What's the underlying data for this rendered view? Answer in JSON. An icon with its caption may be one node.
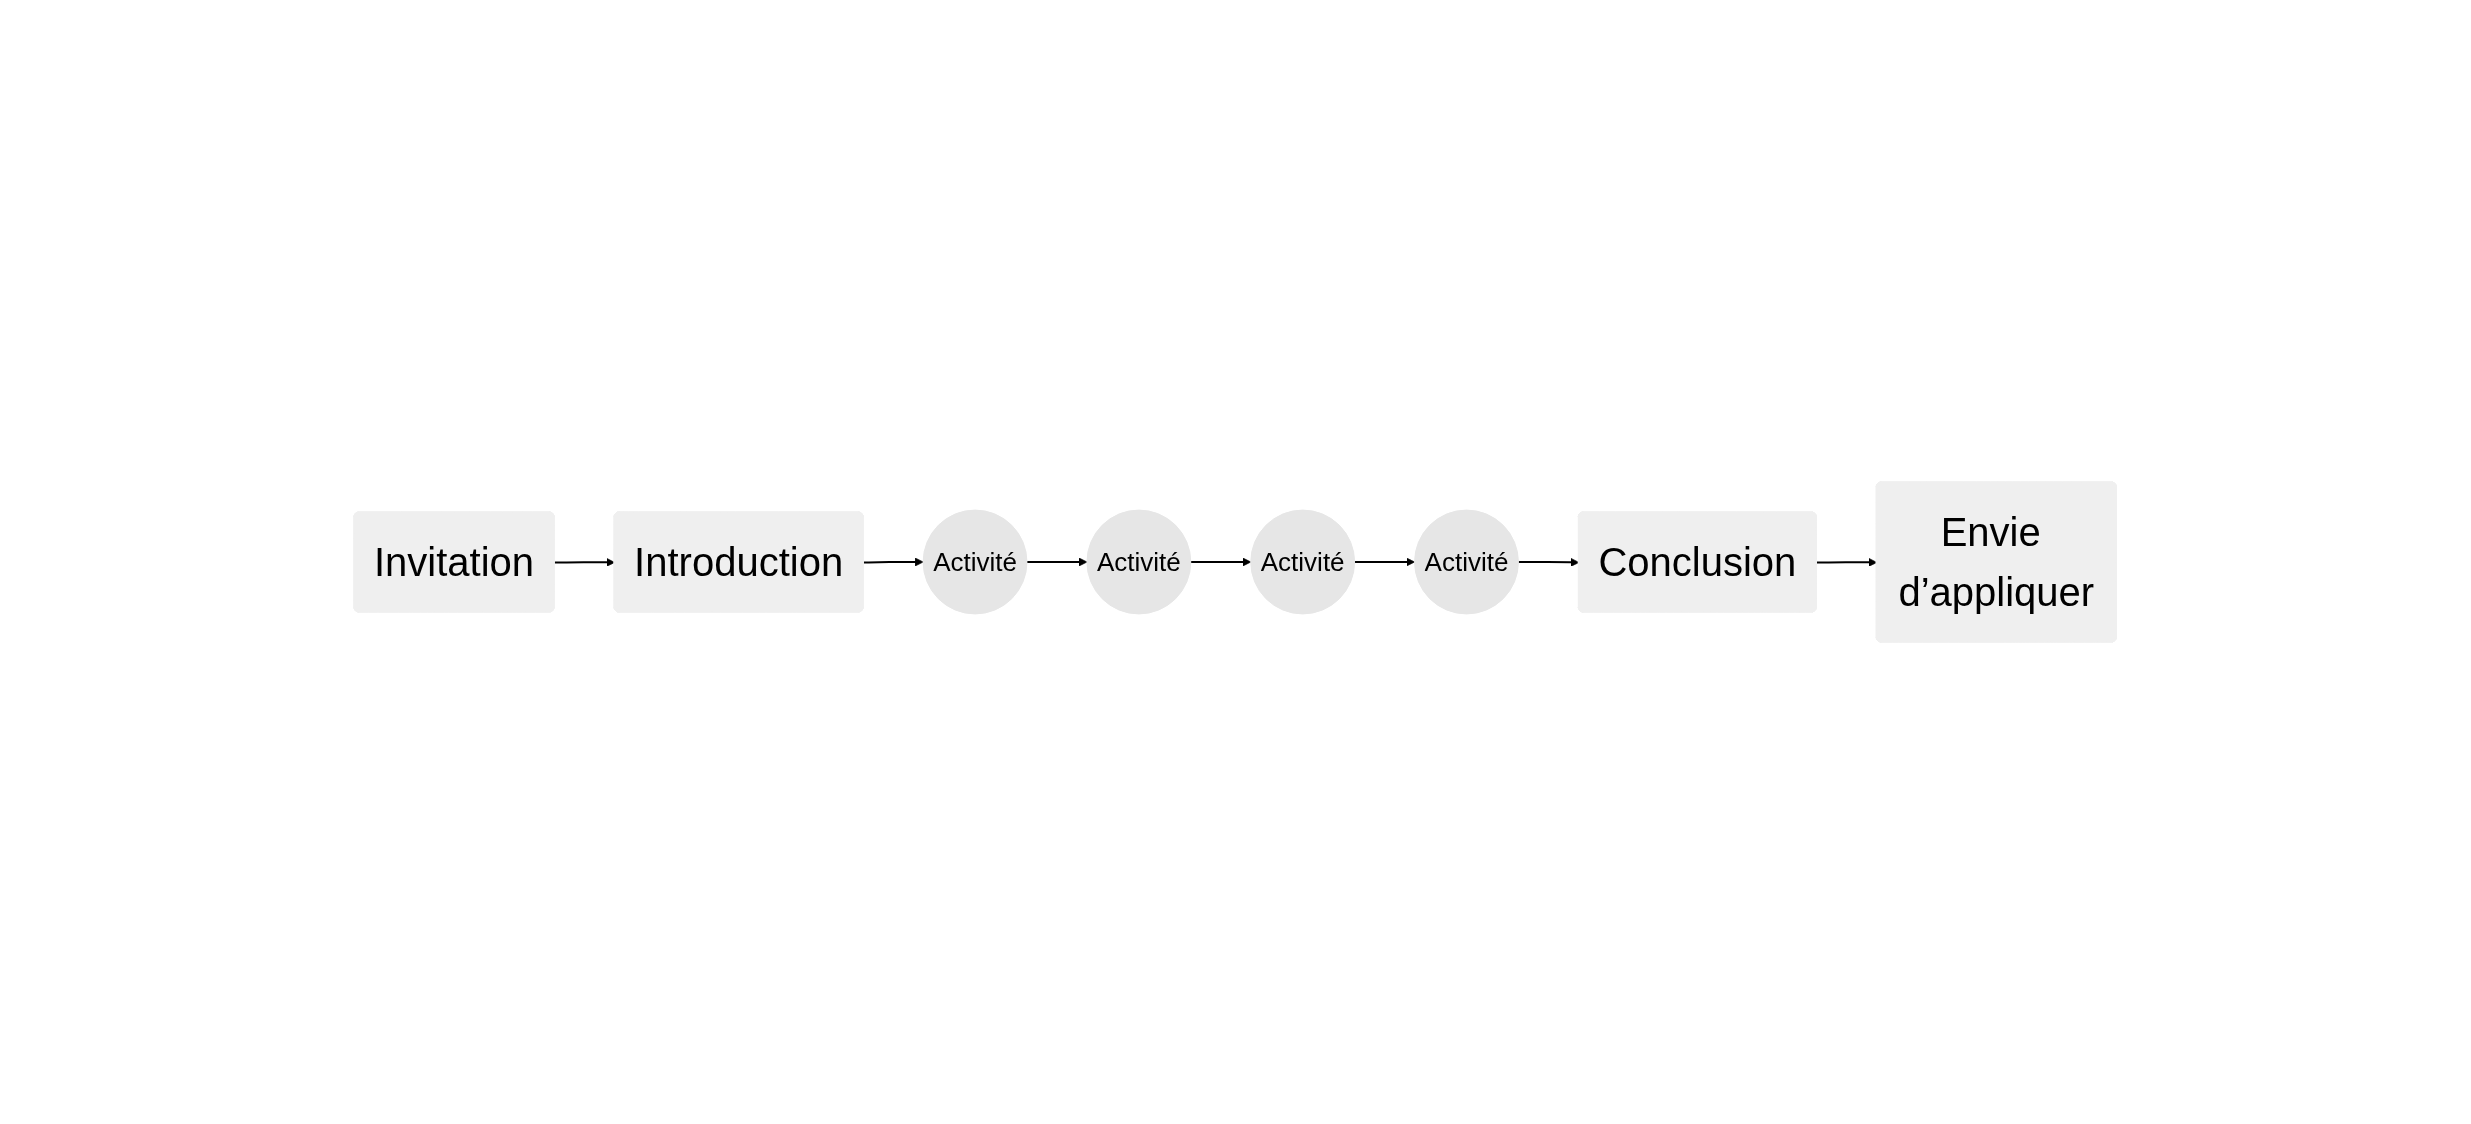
{
  "diagram": {
    "nodes": [
      {
        "text": [
          "Invitation"
        ]
      },
      {
        "text": [
          "Introduction"
        ]
      },
      {
        "text": [
          "Activité"
        ]
      },
      {
        "text": [
          "Activité"
        ]
      },
      {
        "text": [
          "Activité"
        ]
      },
      {
        "text": [
          "Activité"
        ]
      },
      {
        "text": [
          "Conclusion"
        ]
      },
      {
        "text": [
          "Envie d’appliquer"
        ]
      }
    ],
    "edges": [
      {
        "from": 0,
        "to": 1,
        "arrow": "to"
      },
      {
        "from": 1,
        "to": 2,
        "arrow": "to"
      },
      {
        "from": 2,
        "to": 3,
        "arrow": "to"
      },
      {
        "from": 3,
        "to": 4,
        "arrow": "to"
      },
      {
        "from": 4,
        "to": 5,
        "arrow": "to"
      },
      {
        "from": 5,
        "to": 6,
        "arrow": "to"
      },
      {
        "from": 6,
        "to": 7,
        "arrow": "to"
      }
    ]
  }
}
